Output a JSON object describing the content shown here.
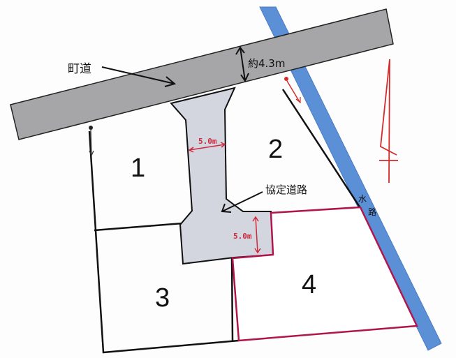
{
  "labels": {
    "town_road": "町道",
    "road_width": "約4.3m",
    "agreement_road": "協定道路",
    "water_channel_1": "水",
    "water_channel_2": "路",
    "width_top": "5.0m",
    "width_bottom": "5.0m"
  },
  "lots": [
    {
      "id": "1",
      "label": "1"
    },
    {
      "id": "2",
      "label": "2"
    },
    {
      "id": "3",
      "label": "3"
    },
    {
      "id": "4",
      "label": "4"
    }
  ],
  "colors": {
    "town_road": "#a6a6a8",
    "agreement_road": "#d3d6de",
    "water_channel": "#5b8fd6",
    "lot4_border": "#b0164c",
    "dimension": "#d0283c",
    "north_arrow": "#d42a2a"
  }
}
